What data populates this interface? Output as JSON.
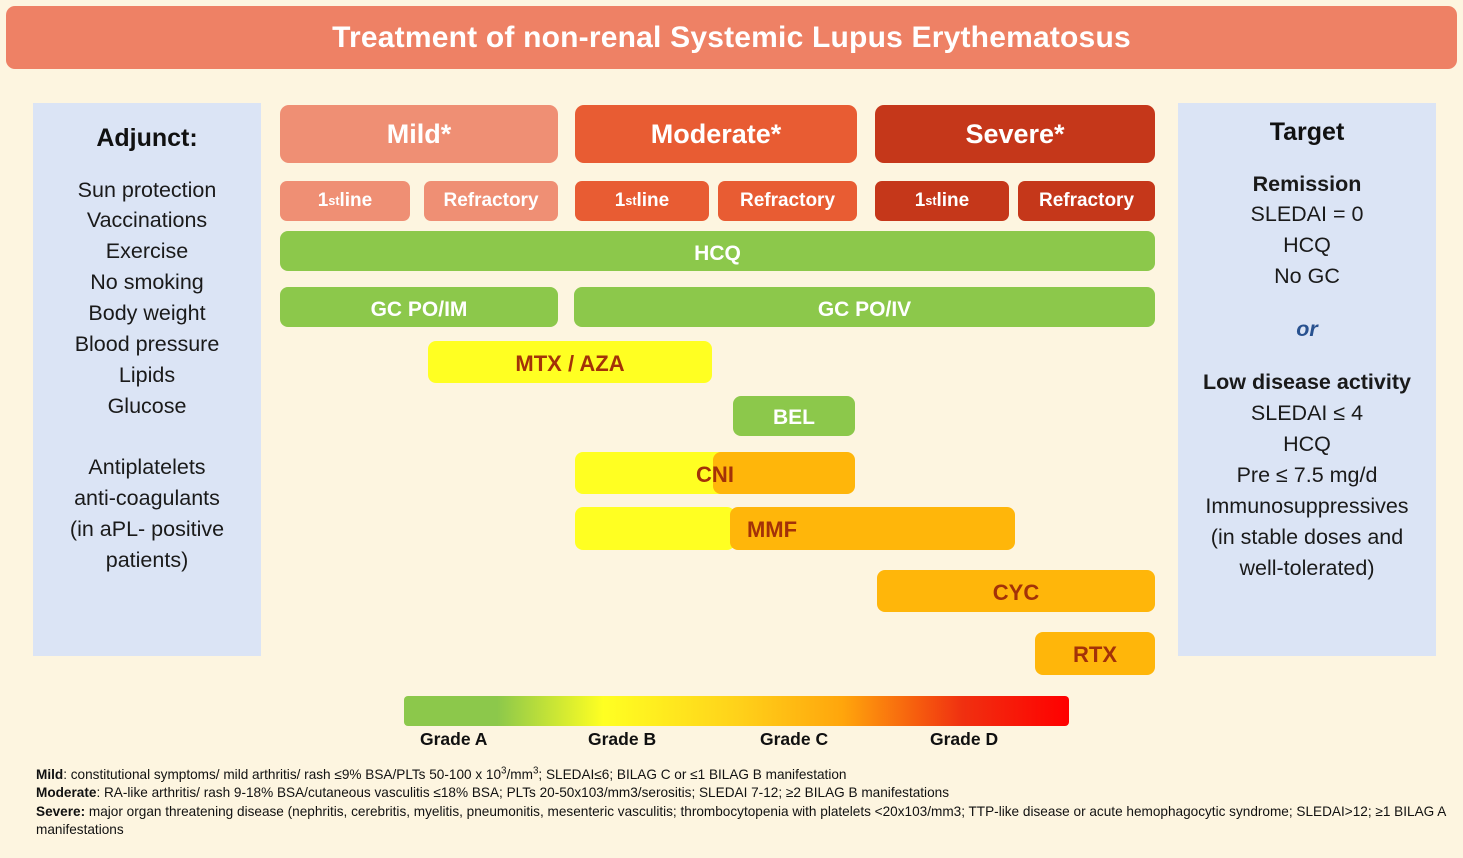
{
  "title": "Treatment of non-renal Systemic Lupus Erythematosus",
  "colors": {
    "banner": "#ee8165",
    "page_background": "#fdf5e0",
    "panel_background": "#dbe4f5",
    "mild": "#ef8f74",
    "moderate": "#e85c33",
    "severe": "#c5371a",
    "green": "#8cc84b",
    "yellow": "#ffff22",
    "orange": "#ffb60a",
    "dark_label": "#a33208",
    "or_text": "#28518f"
  },
  "adjunct_panel": {
    "title": "Adjunct:",
    "items": [
      "Sun protection",
      "Vaccinations",
      "Exercise",
      "No smoking",
      "Body weight",
      "Blood pressure",
      "Lipids",
      "Glucose"
    ],
    "secondary_items": [
      "Antiplatelets",
      "anti-coagulants",
      "(in  aPL- positive",
      "patients)"
    ]
  },
  "target_panel": {
    "title": "Target",
    "remission_heading": "Remission",
    "remission_items": [
      "SLEDAI = 0",
      "HCQ",
      "No GC"
    ],
    "or_text": "or",
    "lda_heading": "Low disease activity",
    "lda_items": [
      "SLEDAI ≤ 4",
      "HCQ",
      "Pre ≤ 7.5 mg/d",
      "Immunosuppressives",
      "(in stable doses and",
      "well-tolerated)"
    ]
  },
  "severity_columns": [
    {
      "label": "Mild*",
      "first_line": "1",
      "first_line_sup": "st",
      "first_line_rest": " line",
      "refractory": "Refractory"
    },
    {
      "label": "Moderate*",
      "first_line": "1",
      "first_line_sup": "st",
      "first_line_rest": " line",
      "refractory": "Refractory"
    },
    {
      "label": "Severe*",
      "first_line": "1",
      "first_line_sup": "st",
      "first_line_rest": " line",
      "refractory": "Refractory"
    }
  ],
  "drug_bars": [
    {
      "name": "HCQ",
      "label": "HCQ",
      "color": "green",
      "label_color": "white"
    },
    {
      "name": "GC PO/IM",
      "label": "GC PO/IM",
      "color": "green",
      "label_color": "white"
    },
    {
      "name": "GC PO/IV",
      "label": "GC PO/IV",
      "color": "green",
      "label_color": "white"
    },
    {
      "name": "MTX / AZA",
      "label": "MTX / AZA",
      "color": "yellow",
      "label_color": "dark"
    },
    {
      "name": "BEL",
      "label": "BEL",
      "color": "green",
      "label_color": "white"
    },
    {
      "name": "CNI",
      "label": "CNI",
      "color": "yellow-orange",
      "label_color": "dark"
    },
    {
      "name": "MMF",
      "label": "MMF",
      "color": "yellow-orange",
      "label_color": "dark"
    },
    {
      "name": "CYC",
      "label": "CYC",
      "color": "orange",
      "label_color": "dark"
    },
    {
      "name": "RTX",
      "label": "RTX",
      "color": "orange",
      "label_color": "dark"
    }
  ],
  "grade_legend": {
    "labels": [
      "Grade A",
      "Grade B",
      "Grade C",
      "Grade D"
    ]
  },
  "footnotes": {
    "mild_label": "Mild",
    "mild_text_a": ": constitutional symptoms/ mild arthritis/ rash ≤9% BSA/PLTs  50-100 x 10",
    "mild_sup_a": "3",
    "mild_text_b": "/mm",
    "mild_sup_b": "3",
    "mild_text_c": "; SLEDAI≤6; BILAG C or ≤1 BILAG B manifestation",
    "moderate_label": "Moderate",
    "moderate_text": ": RA-like arthritis/ rash 9-18% BSA/cutaneous vasculitis ≤18% BSA; PLTs 20-50x103/mm3/serositis; SLEDAI 7-12; ≥2 BILAG B manifestations",
    "severe_label": "Severe:",
    "severe_text": " major organ threatening disease (nephritis, cerebritis, myelitis, pneumonitis, mesenteric vasculitis;  thrombocytopenia with platelets <20x103/mm3; TTP-like disease or acute hemophagocytic syndrome; SLEDAI>12; ≥1 BILAG A manifestations"
  }
}
